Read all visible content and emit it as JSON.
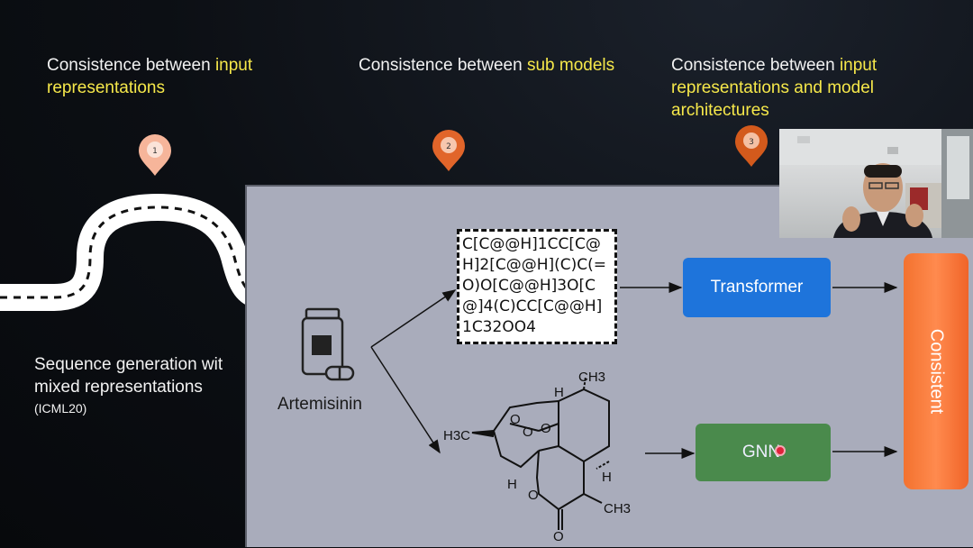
{
  "steps": [
    {
      "number": "1",
      "prefix": "Consistence between ",
      "highlight": "input representations",
      "pin_color": "#f6b59a"
    },
    {
      "number": "2",
      "prefix": "Consistence between ",
      "highlight": "sub models",
      "pin_color": "#e1652a"
    },
    {
      "number": "3",
      "prefix": "Consistence between ",
      "highlight": "input representations and model architectures",
      "pin_color": "#d35a1c"
    }
  ],
  "caption": {
    "line1": "Sequence generation wit",
    "line2": "mixed representations",
    "venue": "(ICML20)"
  },
  "slide": {
    "molecule_name": "Artemisinin",
    "smiles": "C[C@@H]1CC[C@H]2[C@@H](C)C(=O)O[C@@H]3O[C@]4(C)CC[C@@H]1C32OO4",
    "transformer_label": "Transformer",
    "gnn_label": "GNN",
    "consistent_label": "Consistent",
    "structure_labels": {
      "h_top": "H",
      "ch3_top": "CH3",
      "h3c_left": "H3C",
      "o1": "O",
      "o2": "O",
      "o3": "O",
      "h_right": "H",
      "h_left": "H",
      "o_ring": "O",
      "ch3_bottom": "CH3",
      "o_carbonyl": "O"
    }
  },
  "colors": {
    "accent_yellow": "#f6e84a",
    "transformer_blue": "#1e74db",
    "gnn_green": "#4a8a4c",
    "consistent_orange": "#f3722f",
    "slide_gray": "#a9acbb"
  },
  "icons": {
    "pin": "map-pin-icon",
    "drug": "medicine-bottle-icon",
    "pointer": "laser-pointer-dot"
  }
}
